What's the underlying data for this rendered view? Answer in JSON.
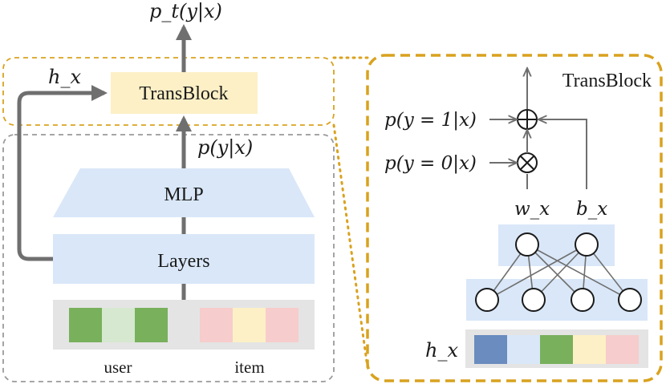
{
  "labels": {
    "output": "p_t(y|x)",
    "hidden_left": "h_x",
    "transblock_box": "TransBlock",
    "mlp_output": "p(y|x)",
    "mlp": "MLP",
    "layers": "Layers",
    "user": "user",
    "item": "item",
    "transblock_detail_title": "TransBlock",
    "p_y1": "p(y = 1|x)",
    "p_y0": "p(y = 0|x)",
    "w_x": "w_x",
    "b_x": "b_x",
    "hidden_right": "h_x"
  },
  "colors": {
    "transblock_fill": "#fdf0c6",
    "orange_dashed": "#d9a21f",
    "gray_dashed": "#9a9a9a",
    "blue_block": "#d9e7f8",
    "arrow": "#6f6f6f",
    "embed_bg": "#e4e4e4",
    "green": "#78b05c",
    "light_green": "#d6e8d0",
    "pink": "#f7cccc",
    "yellow": "#fdf0c6",
    "steel_blue": "#6a8cbf"
  },
  "embeddings": {
    "user_cells": [
      "green",
      "light_green",
      "green"
    ],
    "item_cells": [
      "pink",
      "yellow",
      "pink"
    ],
    "right_cells": [
      "steel_blue",
      "blue_block",
      "green",
      "yellow",
      "pink"
    ]
  }
}
